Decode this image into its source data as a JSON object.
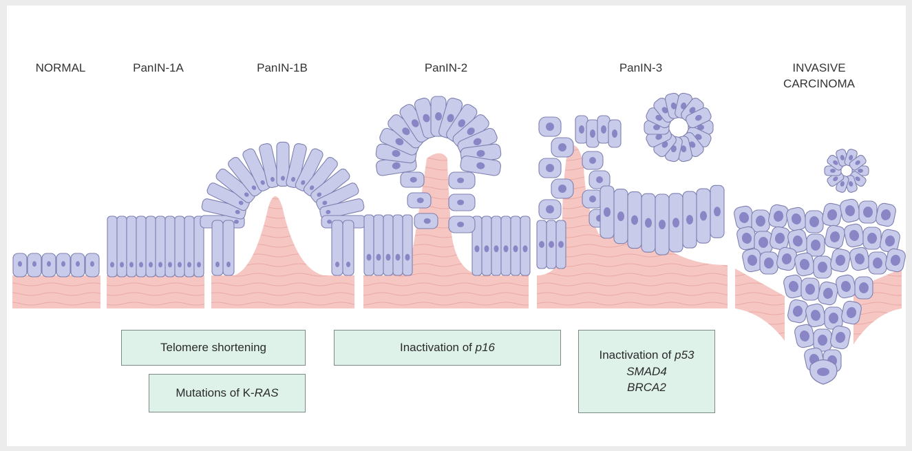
{
  "stages": {
    "normal": "NORMAL",
    "panin_1a": "PanIN-1A",
    "panin_1b": "PanIN-1B",
    "panin_2": "PanIN-2",
    "panin_3": "PanIN-3",
    "invasive_line1": "INVASIVE",
    "invasive_line2": "CARCINOMA"
  },
  "events": {
    "telomere": "Telomere shortening",
    "kras_prefix": "Mutations of K-",
    "kras_gene": "RAS",
    "p16_prefix": "Inactivation of ",
    "p16_gene": "p16",
    "p53_prefix": "Inactivation of ",
    "p53_gene": "p53",
    "smad4_gene": "SMAD4",
    "brca2_gene": "BRCA2"
  },
  "colors": {
    "cell_fill": "#c9cbea",
    "cell_stroke": "#7d7fb0",
    "nucleus": "#8a86c6",
    "stroma": "#f4c4c0",
    "stroma_line": "#e8a8a3",
    "box_fill": "#def2ea"
  }
}
